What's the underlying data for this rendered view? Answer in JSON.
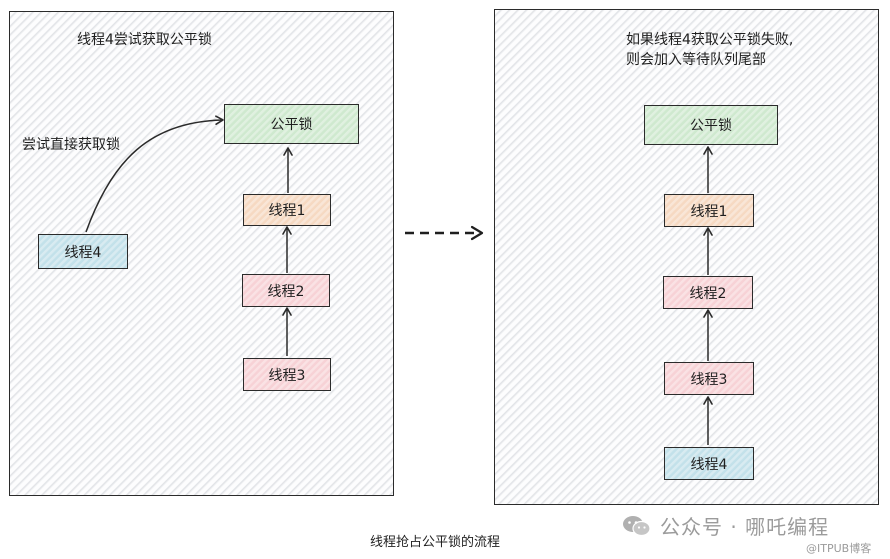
{
  "left_panel": {
    "title": "线程4尝试获取公平锁",
    "arrow_label": "尝试直接获取锁",
    "lock": "公平锁",
    "queue": [
      "线程1",
      "线程2",
      "线程3"
    ],
    "outside_thread": "线程4"
  },
  "right_panel": {
    "title_line1": "如果线程4获取公平锁失败,",
    "title_line2": "则会加入等待队列尾部",
    "lock": "公平锁",
    "queue": [
      "线程1",
      "线程2",
      "线程3",
      "线程4"
    ]
  },
  "caption": "线程抢占公平锁的流程",
  "watermark": {
    "icon": "wechat-icon",
    "text": "公众号 · 哪吒编程"
  },
  "source_tag": "@ITPUB博客",
  "colors": {
    "lock": "#cfe9cf",
    "thread1": "#f6d9c2",
    "thread2": "#f7d2d6",
    "thread3": "#f7d2d6",
    "thread4": "#c3e1ea"
  }
}
